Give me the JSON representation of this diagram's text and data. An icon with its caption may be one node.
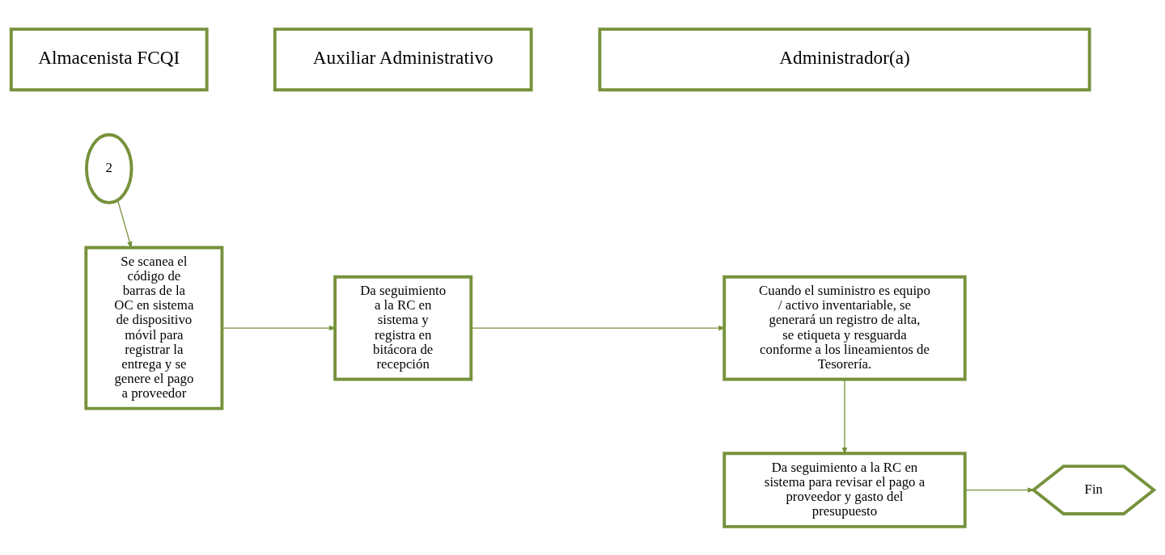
{
  "diagram": {
    "nodes": [
      {
        "text": [
          "Almacenista FCQI"
        ]
      },
      {
        "text": [
          "Auxiliar Administrativo"
        ]
      },
      {
        "text": [
          "Administrador(a)"
        ]
      },
      {
        "text": [
          "2"
        ]
      },
      {
        "text": [
          "Se scanea el código de barras de la OC en sistema de dispositivo móvil para registrar la entrega y se genere el pago a proveedor"
        ]
      },
      {
        "text": [
          "Da seguimiento a la RC en sistema y registra en bitácora de recepción"
        ]
      },
      {
        "text": [
          "Cuando el suministro es equipo / activo inventariable, se generará un registro de alta, se etiqueta y resguarda conforme a los lineamientos de Tesorería."
        ]
      },
      {
        "text": [
          "Da seguimiento a la RC en sistema para revisar el pago a proveedor y gasto del presupuesto"
        ]
      },
      {
        "text": [
          "Fin"
        ]
      }
    ],
    "edges": [
      {
        "from": 3,
        "to": 4,
        "arrow": "to"
      },
      {
        "from": 4,
        "to": 5,
        "arrow": "to"
      },
      {
        "from": 5,
        "to": 6,
        "arrow": "to"
      },
      {
        "from": 6,
        "to": 7,
        "arrow": "to"
      },
      {
        "from": 7,
        "to": 8,
        "arrow": "to"
      }
    ]
  }
}
